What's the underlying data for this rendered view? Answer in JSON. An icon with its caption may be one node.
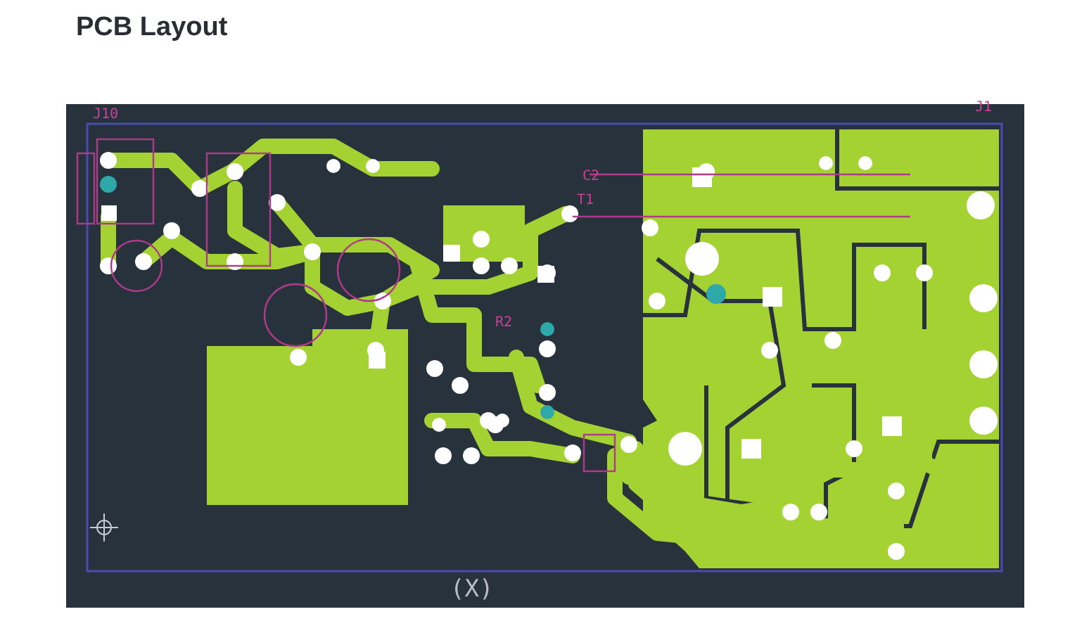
{
  "diagram": {
    "title": "PCB Layout",
    "labels": [
      "J1",
      "J10",
      "C2",
      "T1",
      "R2",
      "(X)"
    ]
  }
}
